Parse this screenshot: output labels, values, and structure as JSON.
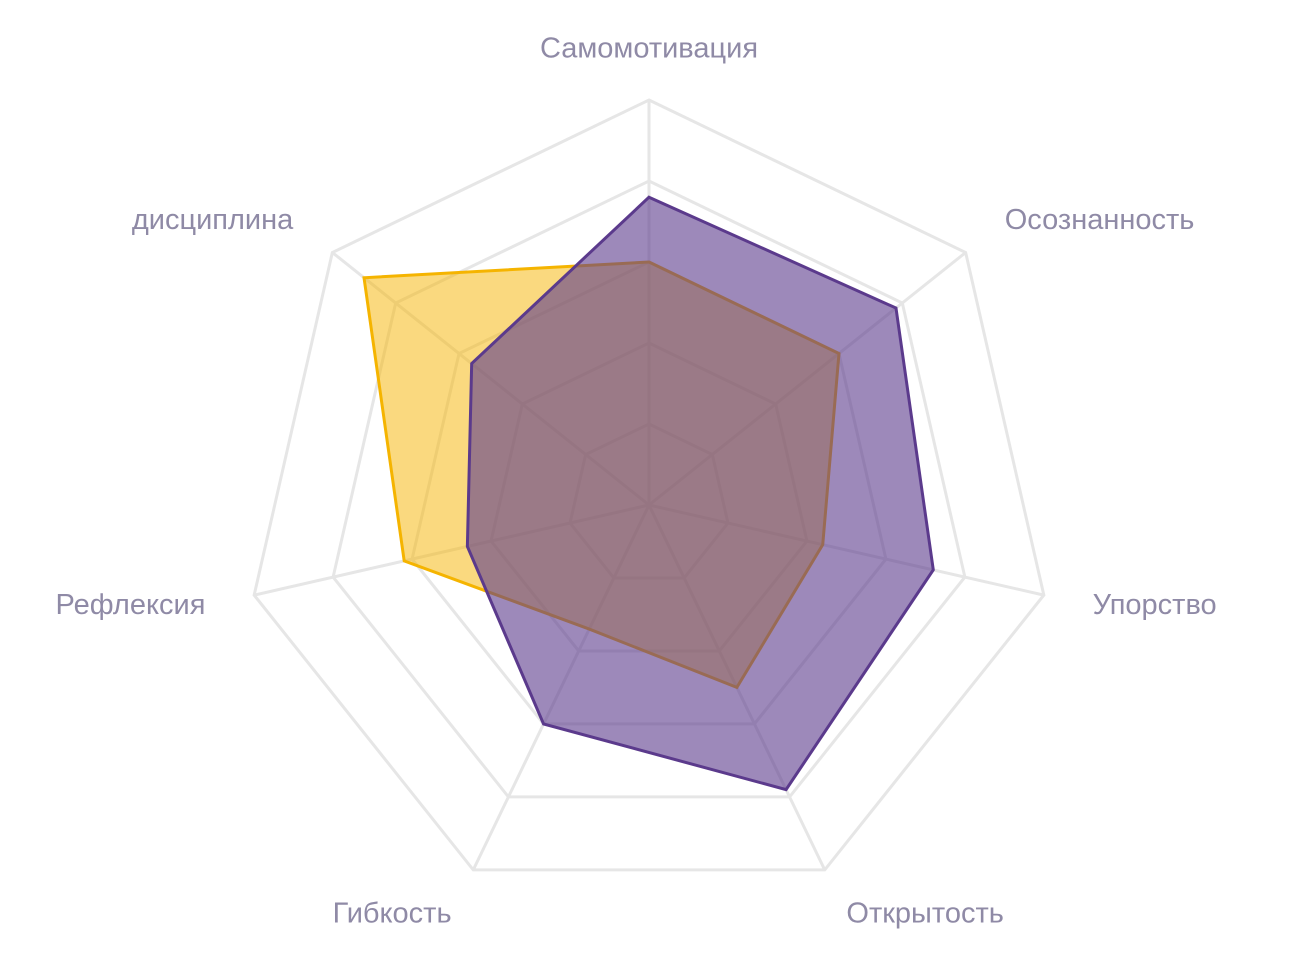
{
  "chart_data": {
    "type": "radar",
    "categories": [
      "Самомотивация",
      "Осознанность",
      "Упорство",
      "Открытость",
      "Гибкость",
      "Рефлексия",
      "дисциплина"
    ],
    "rlim": [
      0,
      5
    ],
    "grid_levels": [
      1,
      2,
      3,
      4,
      5
    ],
    "grid": true,
    "series": [
      {
        "values": [
          3.0,
          3.0,
          2.2,
          2.5,
          1.7,
          3.1,
          4.5
        ],
        "color": "#f5b400",
        "fill_opacity": 0.5
      },
      {
        "values": [
          3.8,
          3.9,
          3.6,
          3.9,
          3.0,
          2.3,
          2.8
        ],
        "color": "#5b3a8c",
        "fill_opacity": 0.6
      }
    ],
    "title": "",
    "legend": "none"
  }
}
